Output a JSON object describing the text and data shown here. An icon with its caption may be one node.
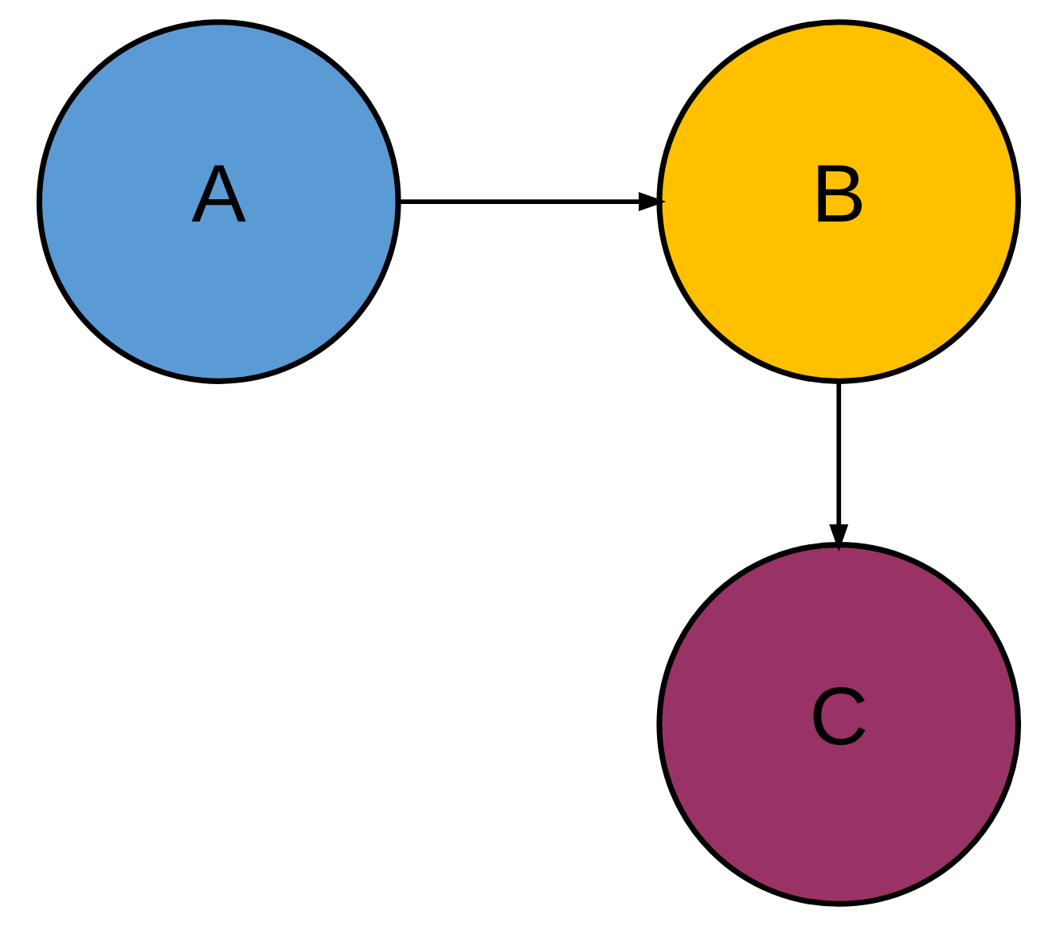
{
  "diagram": {
    "nodes": [
      {
        "text": [
          "A"
        ]
      },
      {
        "text": [
          "B"
        ]
      },
      {
        "text": [
          "C"
        ]
      }
    ],
    "edges": [
      {
        "from": 0,
        "to": 1,
        "arrow": "to"
      },
      {
        "from": 1,
        "to": 2,
        "arrow": "to"
      }
    ]
  }
}
